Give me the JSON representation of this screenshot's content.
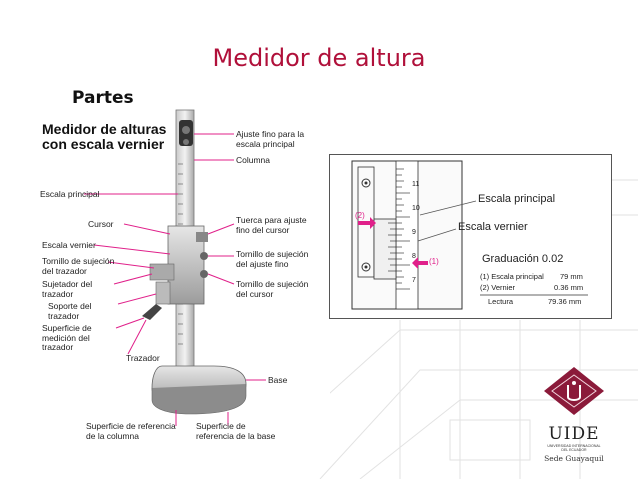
{
  "slide": {
    "title": "Medidor de altura",
    "subtitle": "Partes"
  },
  "figure": {
    "heading_line1": "Medidor de alturas",
    "heading_line2": "con escala vernier",
    "labels": {
      "ajuste_fino": [
        "Ajuste fino para la",
        "escala principal"
      ],
      "columna": "Columna",
      "escala_principal": "Escala principal",
      "cursor": "Cursor",
      "tuerca": [
        "Tuerca para ajuste",
        "fino del cursor"
      ],
      "escala_vernier": "Escala vernier",
      "tornillo_trazador": [
        "Tornillo de sujeción",
        "del trazador"
      ],
      "tornillo_ajuste": [
        "Tornillo de sujeción",
        "del ajuste fino"
      ],
      "sujetador": [
        "Sujetador del",
        "trazador"
      ],
      "tornillo_cursor": [
        "Tornillo de sujeción",
        "del cursor"
      ],
      "soporte": [
        "Soporte del",
        "trazador"
      ],
      "superficie_medicion": [
        "Superficie de",
        "medición del",
        "trazador"
      ],
      "trazador": "Trazador",
      "base": "Base",
      "sup_columna": [
        "Superficie de referencia",
        "de la columna"
      ],
      "sup_base": [
        "Superficie de",
        "referencia de la base"
      ]
    }
  },
  "detail": {
    "escala_principal": "Escala principal",
    "escala_vernier": "Escala vernier",
    "graduacion": "Graduación 0.02",
    "marker1": "(1)",
    "marker2": "(2)",
    "row1_label": "(1) Escala principal",
    "row1_value": "79 mm",
    "row2_label": "(2) Vernier",
    "row2_value": "0.36 mm",
    "row3_label": "Lectura",
    "row3_value": "79.36 mm",
    "scale_numbers": [
      "11",
      "10",
      "9",
      "8",
      "7"
    ]
  },
  "logo": {
    "name": "UIDE",
    "tagline": "UNIVERSIDAD INTERNACIONAL DEL ECUADOR",
    "sede": "Sede Guayaquil",
    "brand_color": "#8b1a3a"
  },
  "colors": {
    "accent": "#b0103a",
    "leader": "#e0208a"
  }
}
